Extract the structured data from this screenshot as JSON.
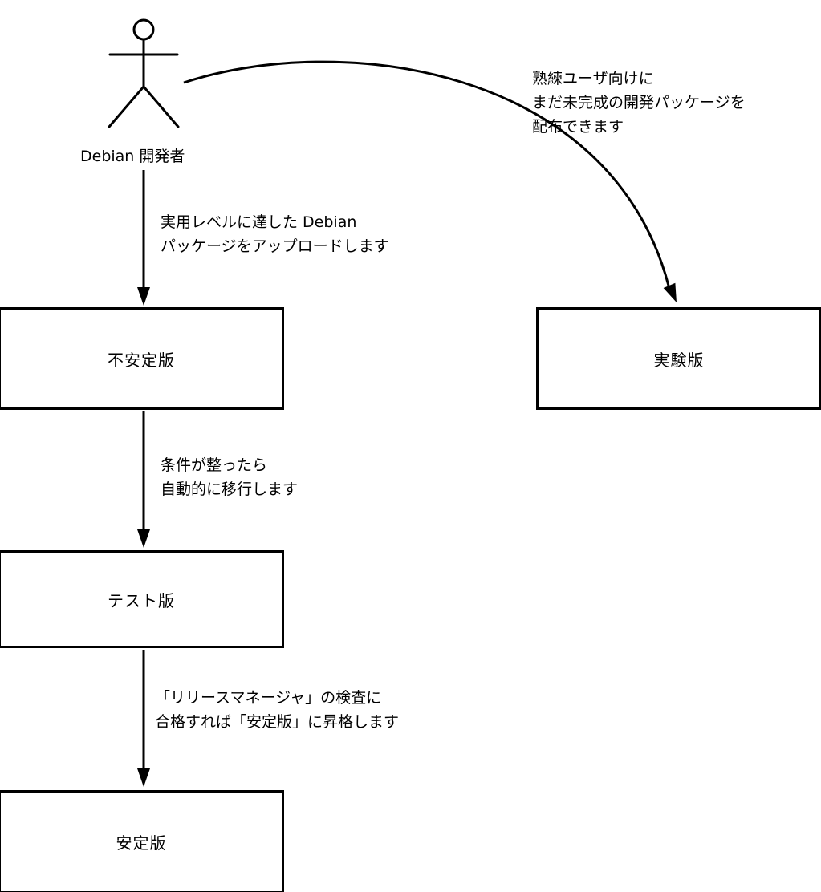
{
  "diagram": {
    "actor": {
      "label": "Debian 開発者"
    },
    "nodes": {
      "unstable": "不安定版",
      "testing": "テスト版",
      "stable": "安定版",
      "experimental": "実験版"
    },
    "annotations": {
      "upload": {
        "line1": "実用レベルに達した Debian",
        "line2": "パッケージをアップロードします"
      },
      "migrate": {
        "line1": "条件が整ったら",
        "line2": "自動的に移行します"
      },
      "release": {
        "line1": "「リリースマネージャ」の検査に",
        "line2": "合格すれば「安定版」に昇格します"
      },
      "experimental_note": {
        "line1": "熟練ユーザ向けに",
        "line2": "まだ未完成の開発パッケージを",
        "line3": "配布できます"
      }
    },
    "colors": {
      "line": "#000000",
      "background": "#ffffff"
    }
  }
}
